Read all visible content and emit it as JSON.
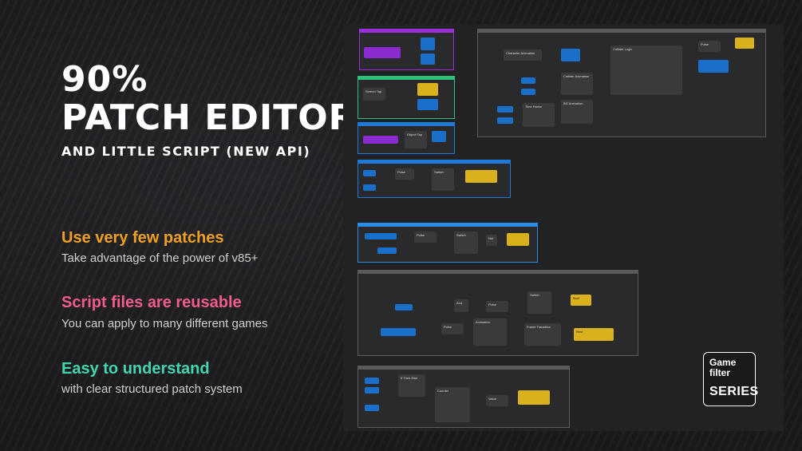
{
  "title": {
    "line1": "90%",
    "line2": "PATCH EDITOR",
    "line3": "AND LITTLE SCRIPT (NEW API)"
  },
  "features": [
    {
      "heading": "Use very few patches",
      "sub": "Take advantage of the power of v85+",
      "color": "#f0a020"
    },
    {
      "heading": "Script files are reusable",
      "sub": "You can apply to many different games",
      "color": "#f25c8a"
    },
    {
      "heading": "Easy to understand",
      "sub": "with clear structured patch system",
      "color": "#3fd6b0"
    }
  ],
  "badge": {
    "line1": "Game",
    "line2": "filter",
    "line3": "SERIES"
  },
  "patch": {
    "groups": [
      "",
      "",
      "",
      "",
      "",
      "",
      "",
      ""
    ],
    "nodes": [
      "",
      "",
      "",
      "Screen Tap",
      "",
      "",
      "",
      "Object Tap",
      "",
      "",
      "",
      "Pulse",
      "Switch",
      "",
      "Character Animation",
      "",
      "Collider Logic",
      "Pulse",
      "",
      "",
      "",
      "",
      "Collider Animation",
      "BG Animation",
      "",
      "",
      "Time Factor",
      "",
      "",
      "Pulse",
      "Switch",
      "Not",
      "",
      "",
      "",
      "And",
      "Pulse",
      "Switch",
      "Bool",
      "Pulse",
      "Animation",
      "Frame Transition",
      "Rest",
      "",
      "",
      "",
      "If Then Else",
      "Counter",
      "Value",
      ""
    ]
  }
}
